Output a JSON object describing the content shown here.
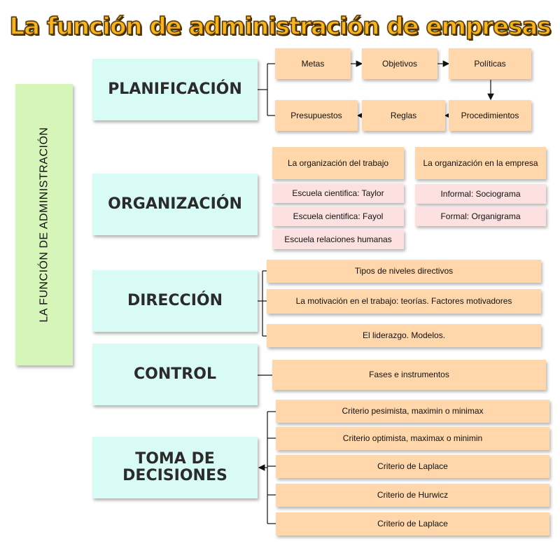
{
  "title": "La función de administración de empresas",
  "side_label": "LA FUNCIÓN DE ADMINISTRACIÓN",
  "planificacion": {
    "label": "PLANIFICACIÓN",
    "items": [
      "Metas",
      "Objetivos",
      "Políticas",
      "Presupuestos",
      "Reglas",
      "Procedimientos"
    ]
  },
  "organizacion": {
    "label": "ORGANIZACIÓN",
    "trabajo_header": "La organización del trabajo",
    "trabajo_items": [
      "Escuela cientifica: Taylor",
      "Escuela cientifica: Fayol",
      "Escuela relaciones humanas"
    ],
    "empresa_header": "La organización en la empresa",
    "empresa_items": [
      "Informal: Sociograma",
      "Formal: Organigrama"
    ]
  },
  "direccion": {
    "label": "DIRECCIÓN",
    "items": [
      "Tipos de niveles directivos",
      "La motivación en el trabajo: teorías. Factores motivadores",
      "El liderazgo. Modelos."
    ]
  },
  "control": {
    "label": "CONTROL",
    "items": [
      "Fases e instrumentos"
    ]
  },
  "toma": {
    "label_line1": "TOMA DE",
    "label_line2": "DECISIONES",
    "items": [
      "Criterio pesimista, maximin o minimax",
      "Criterio optimista, maximax o minimin",
      "Criterio de Laplace",
      "Criterio de Hurwicz",
      "Criterio de Laplace"
    ]
  }
}
